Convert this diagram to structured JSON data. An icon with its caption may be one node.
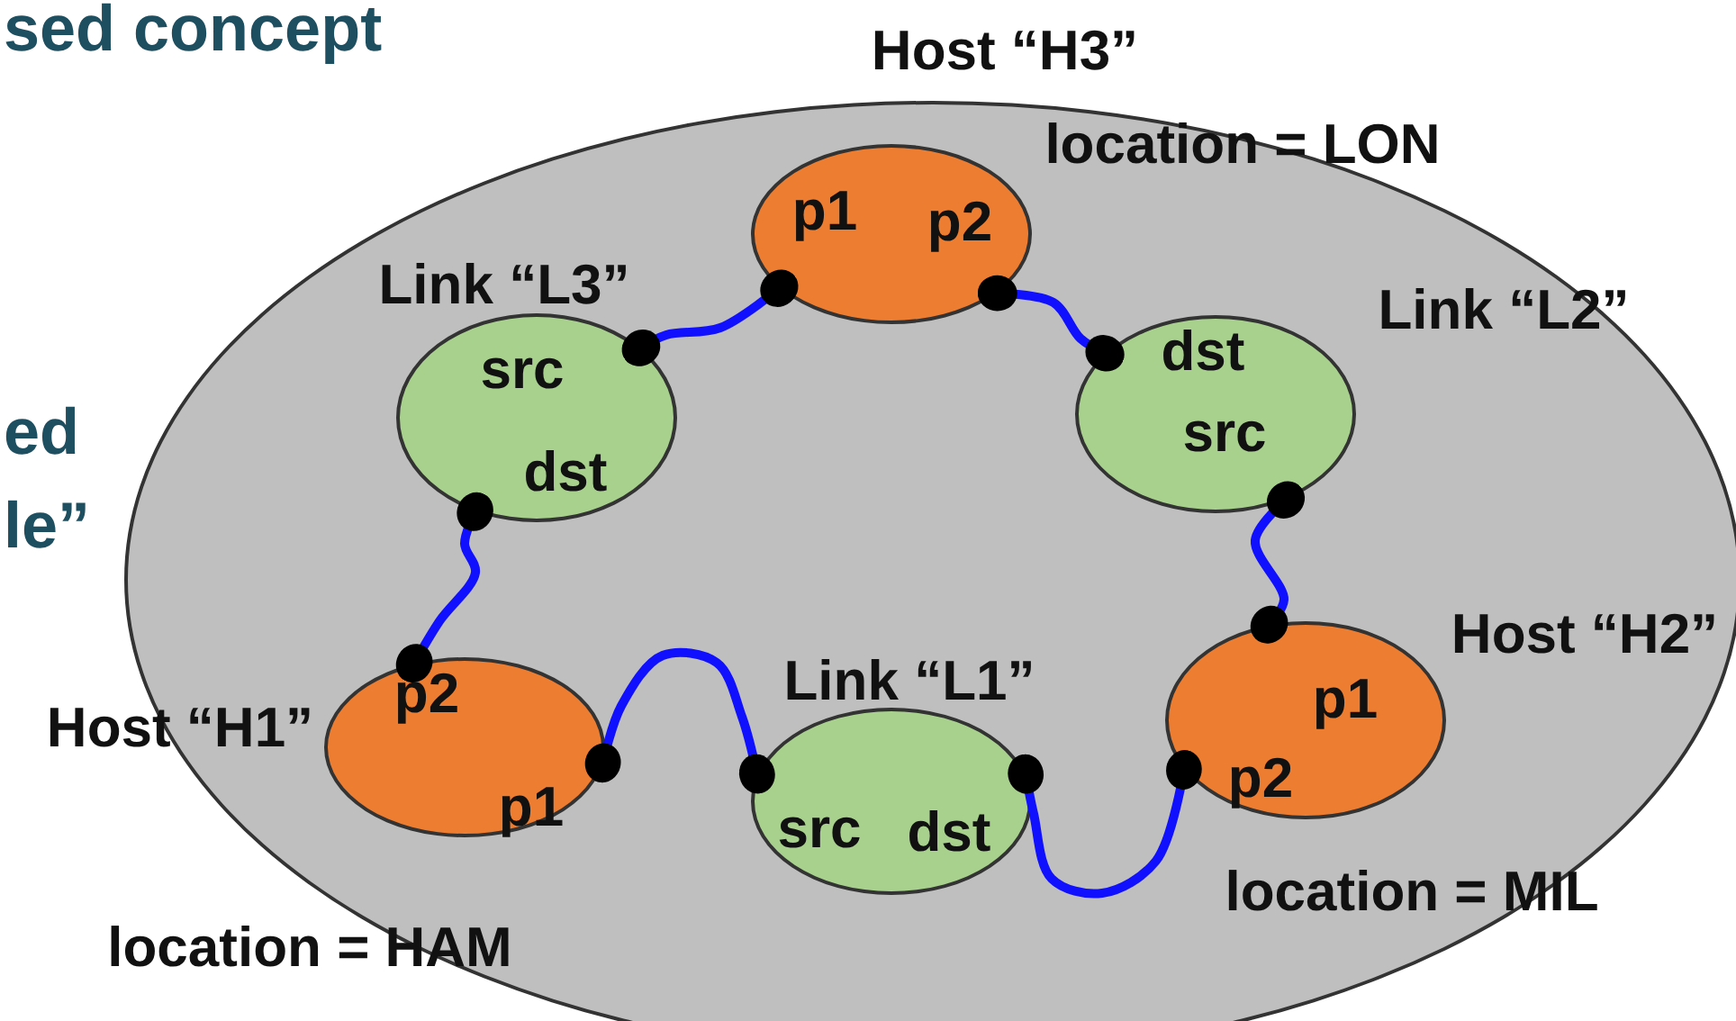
{
  "diagram": {
    "nodes": [
      {
        "text": [],
        "shape": "ellipse"
      },
      {
        "text": [
          "Host “H3”",
          "p1",
          "p2"
        ],
        "beside": [
          "location = LON"
        ],
        "in": 0
      },
      {
        "text": [
          "Link “L3”",
          "src",
          "dst"
        ],
        "in": 0
      },
      {
        "text": [
          "Link “L2”",
          "dst",
          "src"
        ],
        "in": 0
      },
      {
        "text": [
          "Host “H1”",
          "p2",
          "p1"
        ],
        "beside": [
          "location = HAM"
        ],
        "in": 0
      },
      {
        "text": [
          "Link “L1”",
          "src",
          "dst"
        ],
        "in": 0
      },
      {
        "text": [
          "Host “H2”",
          "p1",
          "p2"
        ],
        "beside": [
          "location = MIL"
        ],
        "in": 0
      }
    ],
    "edges": [
      {
        "from": 1,
        "to": 2,
        "arrow": "other"
      },
      {
        "from": 1,
        "to": 3,
        "arrow": "other"
      },
      {
        "from": 3,
        "to": 6,
        "arrow": "other"
      },
      {
        "from": 6,
        "to": 5,
        "arrow": "other"
      },
      {
        "from": 5,
        "to": 4,
        "arrow": "other"
      },
      {
        "from": 4,
        "to": 2,
        "arrow": "other"
      }
    ],
    "labels": [
      "sed concept",
      "ed",
      "le”"
    ]
  }
}
